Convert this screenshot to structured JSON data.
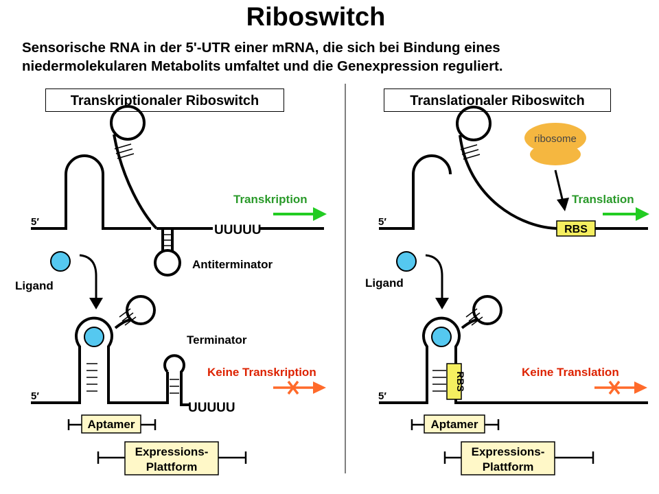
{
  "title": "Riboswitch",
  "subtitle_line1": "Sensorische RNA in der 5'-UTR einer mRNA, die sich bei Bindung eines",
  "subtitle_line2": "niedermolekularen Metabolits umfaltet und die Genexpression reguliert.",
  "left": {
    "heading": "Transkriptionaler Riboswitch",
    "five_prime": "5′",
    "uuuuu": "UUUUU",
    "active_label": "Transkription",
    "antiterminator": "Antiterminator",
    "ligand": "Ligand",
    "terminator": "Terminator",
    "inactive_label": "Keine Transkription",
    "aptamer": "Aptamer",
    "platform_line1": "Expressions-",
    "platform_line2": "Plattform"
  },
  "right": {
    "heading": "Translationaler Riboswitch",
    "five_prime": "5′",
    "ribosome": "ribosome",
    "active_label": "Translation",
    "rbs": "RBS",
    "ligand": "Ligand",
    "inactive_label": "Keine Translation",
    "aptamer": "Aptamer",
    "platform_line1": "Expressions-",
    "platform_line2": "Plattform"
  },
  "colors": {
    "active_arrow": "#22cc22",
    "active_text": "#2a9a2a",
    "inactive_arrow": "#ff6a2a",
    "inactive_text": "#dd2200",
    "ligand": "#55c8f0",
    "ribosome": "#f5b740",
    "rbs_box": "#f5ef60",
    "label_box": "#fff8c8"
  }
}
